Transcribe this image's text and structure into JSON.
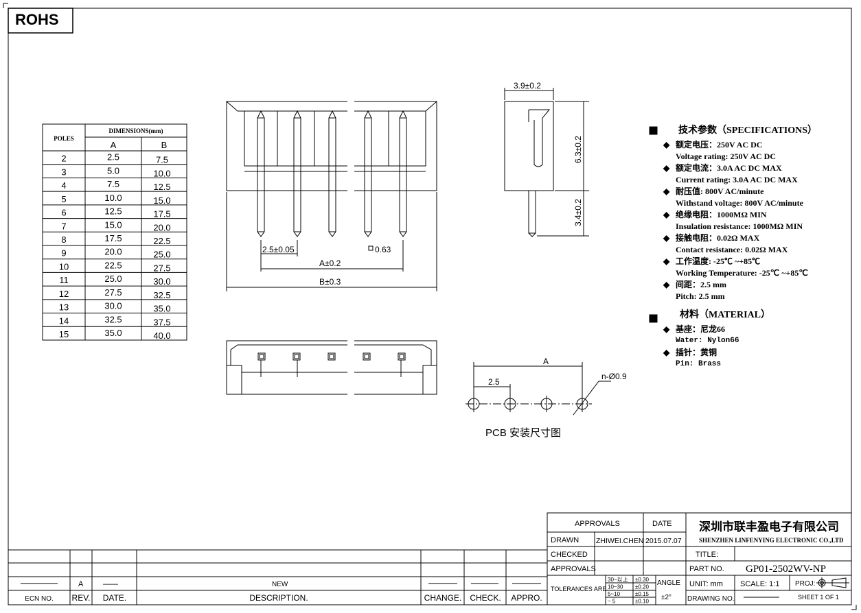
{
  "rohs": "ROHS",
  "table": {
    "header_poles": "POLES",
    "header_dims": "DIMENSIONS(mm)",
    "col_a": "A",
    "col_b": "B",
    "rows": [
      [
        "2",
        "2.5",
        "7.5"
      ],
      [
        "3",
        "5.0",
        "10.0"
      ],
      [
        "4",
        "7.5",
        "12.5"
      ],
      [
        "5",
        "10.0",
        "15.0"
      ],
      [
        "6",
        "12.5",
        "17.5"
      ],
      [
        "7",
        "15.0",
        "20.0"
      ],
      [
        "8",
        "17.5",
        "22.5"
      ],
      [
        "9",
        "20.0",
        "25.0"
      ],
      [
        "10",
        "22.5",
        "27.5"
      ],
      [
        "11",
        "25.0",
        "30.0"
      ],
      [
        "12",
        "27.5",
        "32.5"
      ],
      [
        "13",
        "30.0",
        "35.0"
      ],
      [
        "14",
        "32.5",
        "37.5"
      ],
      [
        "15",
        "35.0",
        "40.0"
      ]
    ]
  },
  "drawing": {
    "pitch": "2.5±0.05",
    "pin_sq": "0.63",
    "dim_a": "A±0.2",
    "dim_b": "B±0.3",
    "width": "3.9±0.2",
    "height": "6.3±0.2",
    "pin_len": "3.4±0.2",
    "pcb_a": "A",
    "pcb_pitch": "2.5",
    "hole": "n-Ø0.9",
    "pcb_label": "PCB 安装尺寸图"
  },
  "specs": {
    "title": "技术参数（SPECIFICATIONS）",
    "items": [
      [
        "额定电压：250V AC DC",
        "Voltage rating: 250V AC DC"
      ],
      [
        "额定电流：3.0A  AC DC   MAX",
        "Current rating: 3.0A  AC DC  MAX"
      ],
      [
        "耐压值: 800V AC/minute",
        "Withstand voltage: 800V AC/minute"
      ],
      [
        "绝缘电阻：1000MΩ  MIN",
        "Insulation resistance: 1000MΩ  MIN"
      ],
      [
        "接触电阻：0.02Ω  MAX",
        "Contact resistance:   0.02Ω  MAX"
      ],
      [
        "工作温度: -25℃ ~+85℃",
        "Working Temperature: -25℃ ~+85℃"
      ],
      [
        "间距：2.5 mm",
        "Pitch: 2.5 mm"
      ]
    ],
    "material_title": "材料（MATERIAL）",
    "materials": [
      [
        "基座：尼龙66",
        "Water:  Nylon66"
      ],
      [
        "插针：黄铜",
        "Pin: Brass"
      ]
    ]
  },
  "title_block": {
    "approvals": "APPROVALS",
    "date": "DATE",
    "drawn": "DRAWN",
    "drawn_by": "ZHIWEI.CHEN",
    "drawn_date": "2015.07.07",
    "checked": "CHECKED",
    "approvals2": "APPROVALS",
    "tolerances": "TOLERANCES ARE",
    "tol": [
      [
        "30~以上",
        "±0.30"
      ],
      [
        "10~30",
        "±0.20"
      ],
      [
        "5~10",
        "±0.15"
      ],
      [
        "~ 5",
        "±0.10"
      ]
    ],
    "angle": "ANGLE",
    "angle_val": "±2°",
    "company_cn": "深圳市联丰盈电子有限公司",
    "company_en": "SHENZHEN LINFENYING ELECTRONIC CO.,LTD",
    "title_label": "TITLE:",
    "part_label": "PART NO.",
    "part_no": "GP01-2502WV-NP",
    "unit": "UNIT:  mm",
    "scale": "SCALE:   1:1",
    "proj": "PROJ:",
    "drawing_no": "DRAWING NO.",
    "sheet": "SHEET   1  OF  1"
  },
  "revision": {
    "rev": "A",
    "date": "——",
    "desc": "NEW",
    "headers": [
      "ECN NO.",
      "REV.",
      "DATE.",
      "DESCRIPTION.",
      "CHANGE.",
      "CHECK.",
      "APPRO."
    ]
  }
}
